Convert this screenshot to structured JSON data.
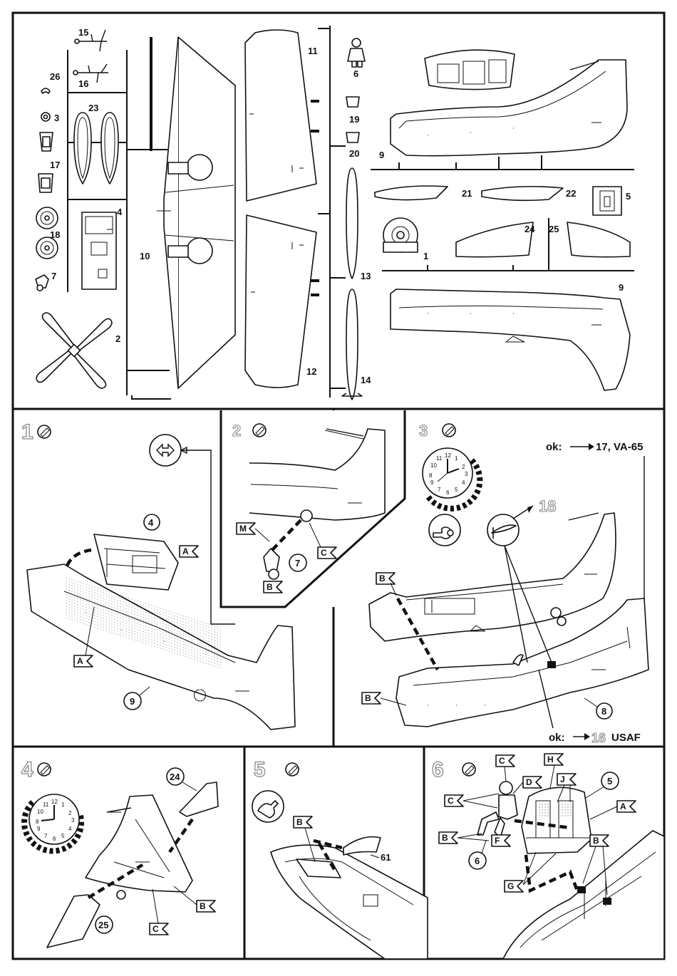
{
  "parts_sheet": {
    "labels": [
      "15",
      "16",
      "26",
      "3",
      "23",
      "17",
      "4",
      "18",
      "7",
      "2",
      "10",
      "11",
      "12",
      "6",
      "19",
      "20",
      "13",
      "14",
      "9",
      "21",
      "22",
      "5",
      "1",
      "24",
      "25",
      "9"
    ]
  },
  "steps": [
    {
      "number": "1",
      "refs": [
        "4",
        "A",
        "A",
        "9"
      ]
    },
    {
      "number": "2",
      "refs": [
        "M",
        "7",
        "C",
        "B"
      ]
    },
    {
      "number": "3",
      "refs": [
        "18",
        "B",
        "B",
        "8"
      ],
      "ok_top": {
        "prefix": "ok:",
        "target": "17, VA-65"
      },
      "ok_bottom": {
        "prefix": "ok:",
        "number": "16",
        "target": "USAF"
      },
      "clock_numbers": [
        "12",
        "1",
        "2",
        "3",
        "4",
        "5",
        "6",
        "7",
        "8",
        "9",
        "10",
        "11"
      ]
    },
    {
      "number": "4",
      "refs": [
        "24",
        "25",
        "C",
        "B"
      ],
      "clock_numbers": [
        "12",
        "1",
        "2",
        "3",
        "4",
        "5",
        "6",
        "7",
        "8",
        "9",
        "10",
        "11"
      ]
    },
    {
      "number": "5",
      "refs": [
        "B",
        "61"
      ]
    },
    {
      "number": "6",
      "refs": [
        "C",
        "C",
        "D",
        "H",
        "J",
        "5",
        "A",
        "B",
        "F",
        "6",
        "B",
        "G"
      ]
    }
  ]
}
